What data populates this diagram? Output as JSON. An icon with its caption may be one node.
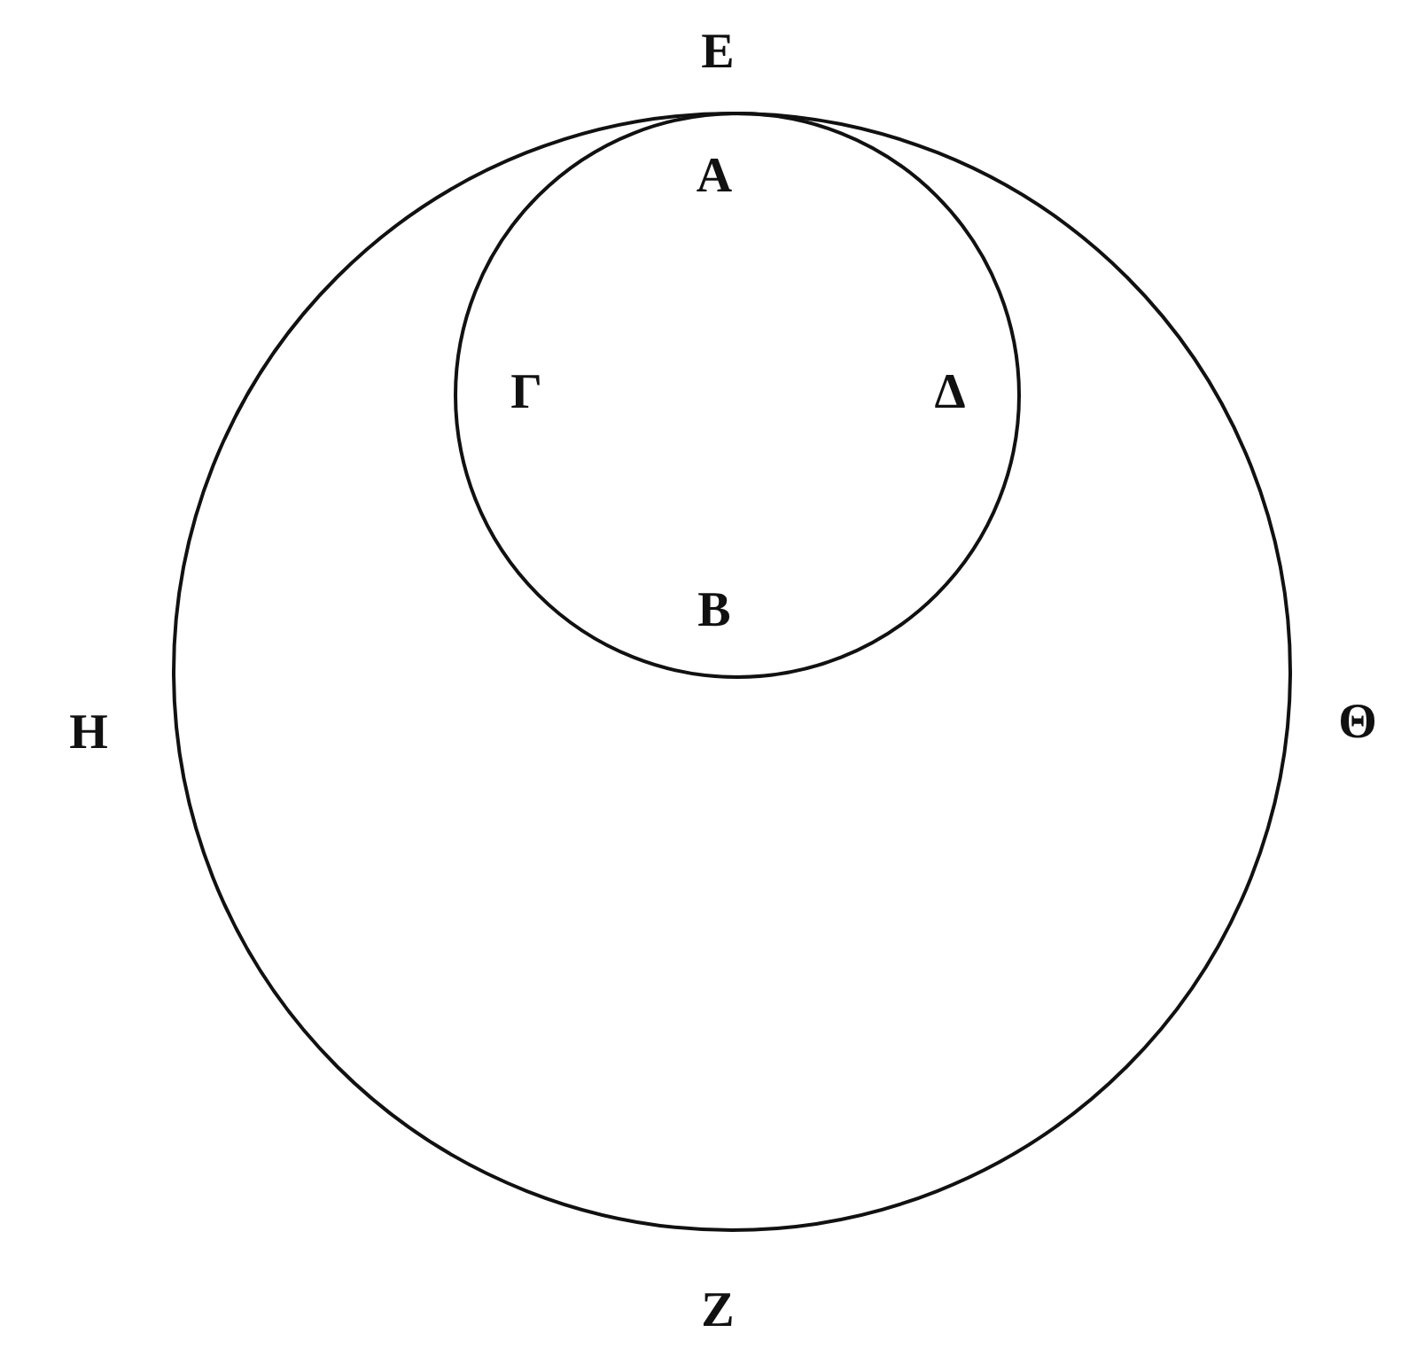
{
  "diagram": {
    "nodes": [
      {
        "text": [],
        "shape": "circle"
      },
      {
        "text": [],
        "shape": "circle",
        "in": 0
      }
    ],
    "labels": [
      "E",
      "A",
      "Γ",
      "Δ",
      "B",
      "H",
      "Θ",
      "Z"
    ]
  }
}
